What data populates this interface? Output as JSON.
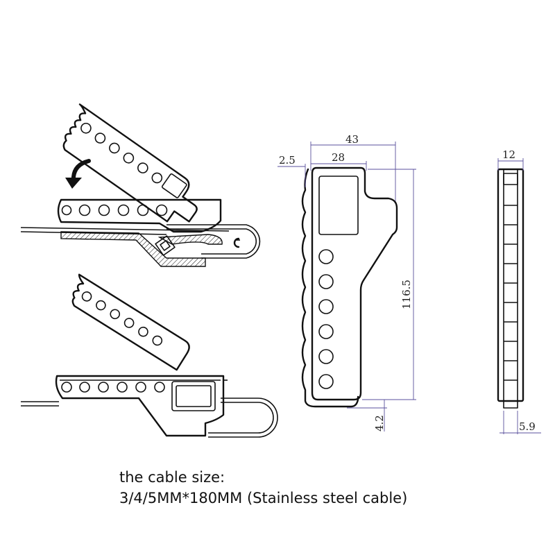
{
  "dimensions": {
    "width_43": "43",
    "inner_28": "28",
    "offset_2_5": "2.5",
    "height_116_5": "116.5",
    "bottom_4_2": "4.2",
    "side_width_12": "12",
    "side_bottom_5_9": "5.9"
  },
  "caption": {
    "line1": "the cable size:",
    "line2": "3/4/5MM*180MM  (Stainless steel cable)"
  },
  "icons": {
    "rotate_arrow": "curved-arrow-icon"
  }
}
